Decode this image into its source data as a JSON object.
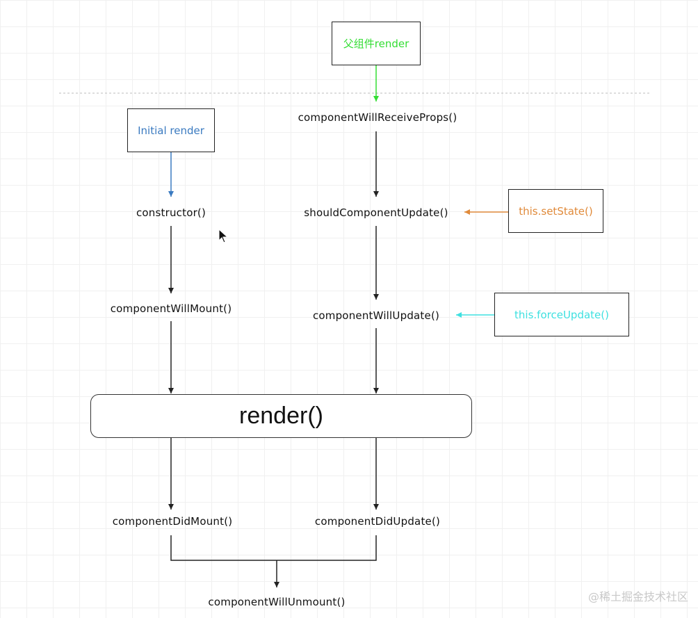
{
  "boxes": {
    "parent_render": "父组件render",
    "initial_render": "Initial render",
    "set_state": "this.setState()",
    "force_update": "this.forceUpdate()"
  },
  "methods": {
    "constructor": "constructor()",
    "will_mount": "componentWillMount()",
    "will_receive_props": "componentWillReceiveProps()",
    "should_update": "shouldComponentUpdate()",
    "will_update": "componentWillUpdate()",
    "render": "render()",
    "did_mount": "componentDidMount()",
    "did_update": "componentDidUpdate()",
    "will_unmount": "componentWillUnmount()"
  },
  "watermark": "@稀土掘金技术社区",
  "colors": {
    "parent_render": "#33dd33",
    "initial_render": "#3a7ac0",
    "set_state": "#e08a3a",
    "force_update": "#3ee0e0",
    "arrow": "#222222"
  }
}
